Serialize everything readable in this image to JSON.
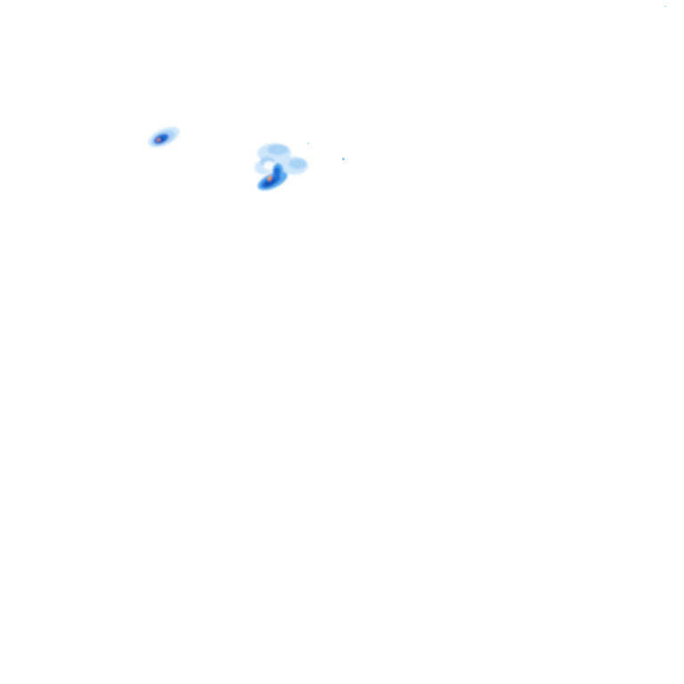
{
  "map": {
    "layer": "radar-reflectivity",
    "background_color": "#ffffff",
    "intensity_colors": {
      "very_light": "#cfe6fb",
      "light": "#a9d3f6",
      "moderate": "#5aaaee",
      "strong": "#1f6fd6",
      "very_strong": "#0b4fb5",
      "peak": "#f2a51a"
    },
    "echoes": [
      {
        "id": "cell-west",
        "max_intensity": "peak"
      },
      {
        "id": "cell-central",
        "max_intensity": "peak"
      }
    ]
  }
}
